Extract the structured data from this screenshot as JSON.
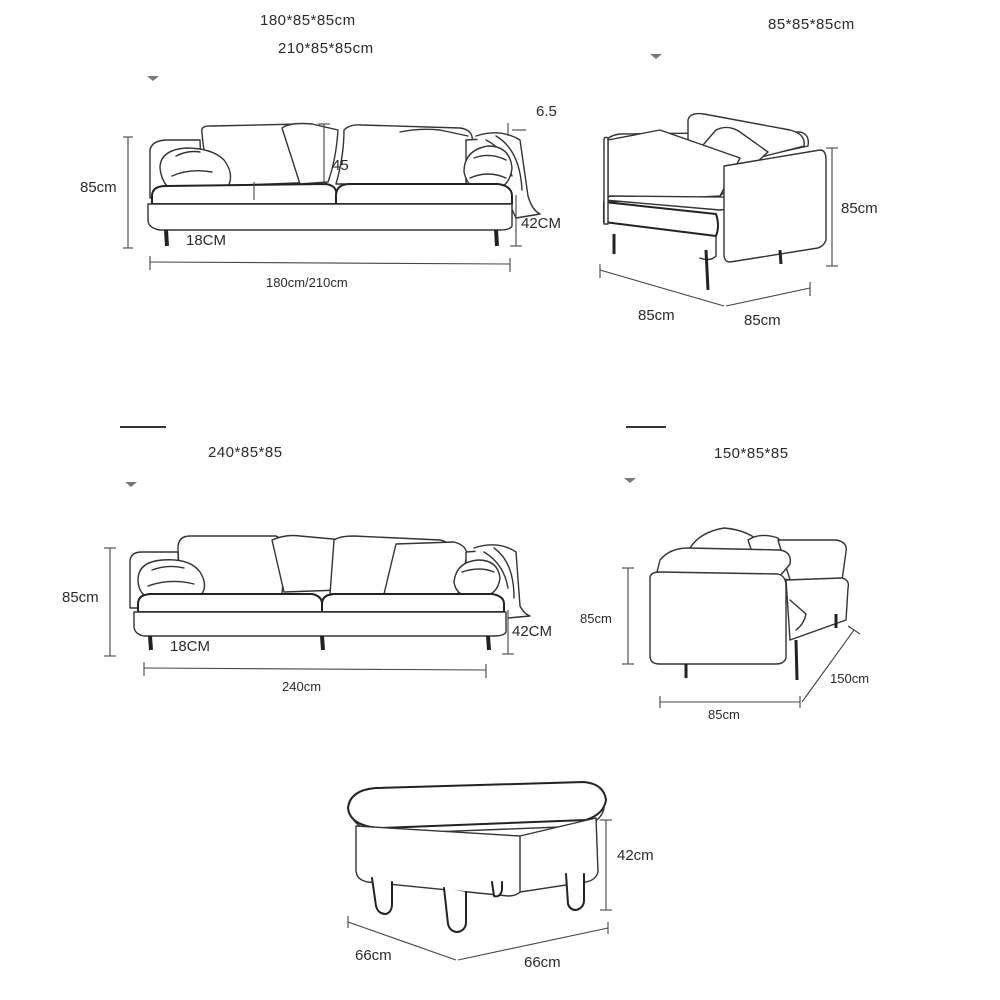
{
  "sofa_2seat": {
    "spec_line_1": "180*85*85cm",
    "spec_line_2": "210*85*85cm",
    "height": "85cm",
    "back_height": "45",
    "arm_width": "6.5",
    "leg_height": "18CM",
    "seat_height": "42CM",
    "length": "180cm/210cm"
  },
  "armchair": {
    "spec": "85*85*85cm",
    "height": "85cm",
    "width": "85cm",
    "depth": "85cm"
  },
  "sofa_3seat": {
    "spec": "240*85*85",
    "height": "85cm",
    "leg_height": "18CM",
    "seat_height": "42CM",
    "length": "240cm"
  },
  "chaise": {
    "spec": "150*85*85",
    "height": "85cm",
    "width": "85cm",
    "length": "150cm"
  },
  "ottoman": {
    "height": "42cm",
    "width": "66cm",
    "depth": "66cm"
  }
}
